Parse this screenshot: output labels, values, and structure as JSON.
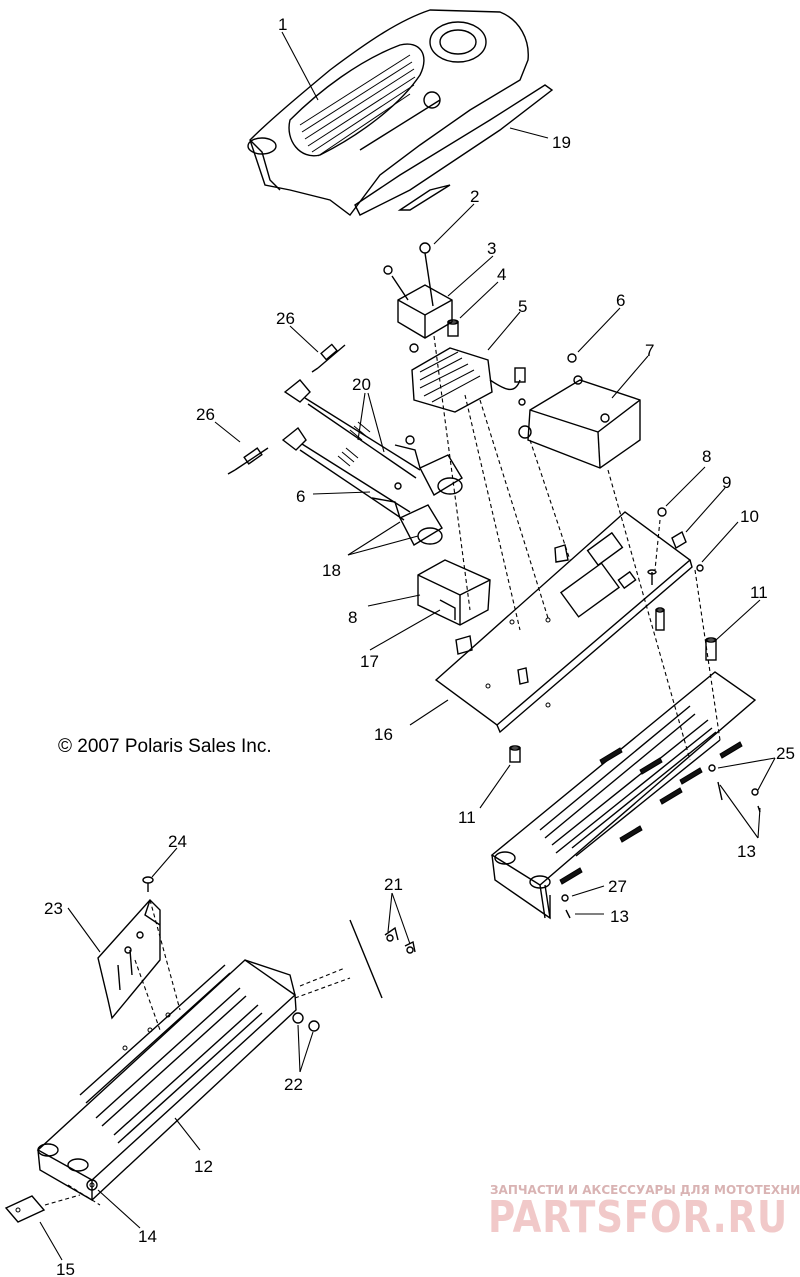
{
  "diagram": {
    "callouts": [
      "1",
      "2",
      "3",
      "4",
      "5",
      "6",
      "7",
      "8",
      "9",
      "10",
      "11",
      "12",
      "13",
      "14",
      "15",
      "16",
      "17",
      "18",
      "19",
      "20",
      "21",
      "22",
      "23",
      "24",
      "25",
      "26",
      "27"
    ],
    "repeat_callouts": {
      "six": "6",
      "eight": "8",
      "eleven": "11",
      "thirteen": "13",
      "twentysix": "26"
    },
    "copyright": "© 2007 Polaris Sales Inc."
  },
  "watermark": {
    "tagline": "ЗАПЧАСТИ И АКСЕССУАРЫ ДЛЯ МОТОТЕХНИКИ",
    "brand": "PARTSFOR.RU",
    "color": "#d9a0a0"
  }
}
